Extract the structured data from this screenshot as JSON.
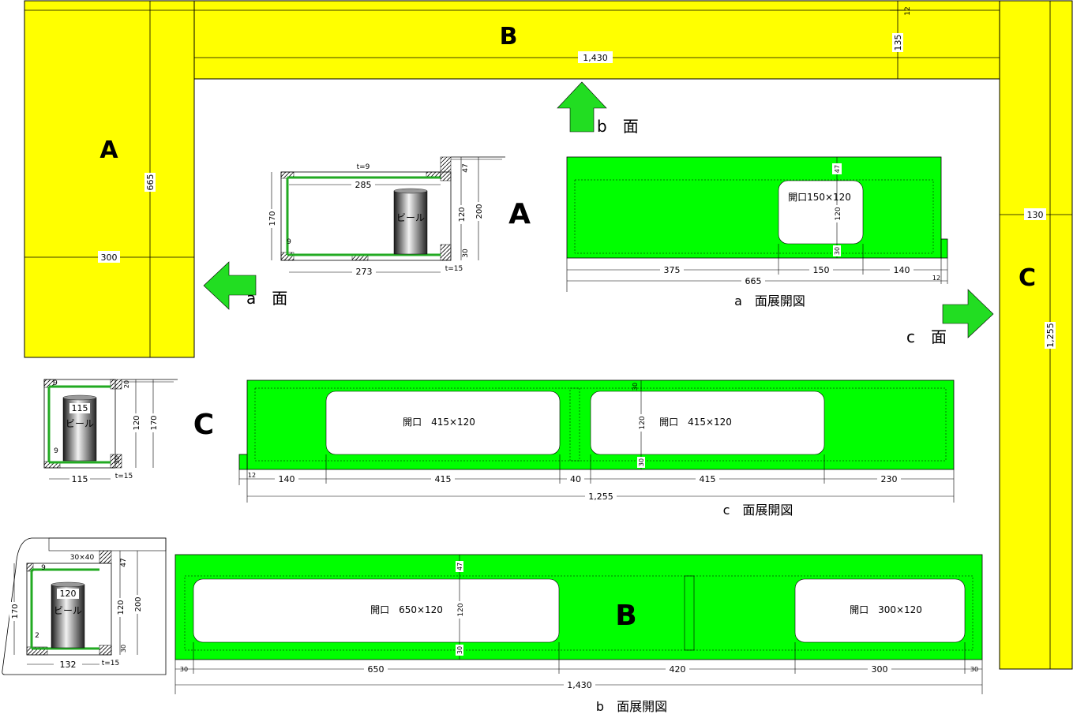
{
  "letters": {
    "a": "A",
    "b": "B",
    "c": "C"
  },
  "face_labels": {
    "a": "a　面",
    "b": "b　面",
    "c": "c　面"
  },
  "dev_titles": {
    "a": "a　面展開図",
    "b": "b　面展開図",
    "c": "c　面展開図"
  },
  "outline_dims": {
    "b_len": "1,430",
    "b_depth": "135",
    "b_gap": "12",
    "a_len": "665",
    "a_width": "300",
    "c_len": "1,255",
    "c_width": "130"
  },
  "section_a": {
    "t_top": "t=9",
    "inner_w": "285",
    "bottom_w": "273",
    "t_bottom": "t=15",
    "h_left": "170",
    "d47": "47",
    "d120": "120",
    "d30": "30",
    "h_right": "200",
    "small": "9",
    "beer": "ビール"
  },
  "section_c": {
    "small_top": "9",
    "d20": "20",
    "beer_w": "115",
    "beer": "ビール",
    "d120": "120",
    "h_right": "170",
    "d30": "30",
    "small_bottom": "9",
    "bottom_w": "115",
    "t_bottom": "t=15"
  },
  "section_b": {
    "corner": "30×40",
    "small_top": "9",
    "beer_w": "120",
    "beer": "ビール",
    "h_left": "170",
    "d47": "47",
    "d120": "120",
    "h_right": "200",
    "d30": "30",
    "small2": "2",
    "bottom_w": "132",
    "t_bottom": "t=15"
  },
  "dev_a": {
    "opening": "開口150×120",
    "d47": "47",
    "d120": "120",
    "d30": "30",
    "seg1": "375",
    "seg2": "150",
    "seg3": "140",
    "total": "665",
    "end": "12"
  },
  "dev_c": {
    "opening1": "開口　415×120",
    "opening2": "開口　415×120",
    "d30top": "30",
    "d120": "120",
    "d30": "30",
    "end": "12",
    "seg1": "140",
    "seg2": "415",
    "seg3": "40",
    "seg4": "415",
    "seg5": "230",
    "total": "1,255"
  },
  "dev_b": {
    "opening1": "開口　650×120",
    "opening2": "開口　300×120",
    "d47": "47",
    "d120": "120",
    "d30": "30",
    "end_l": "30",
    "seg1": "650",
    "seg2": "420",
    "seg3": "300",
    "end_r": "30",
    "total": "1,430"
  },
  "colors": {
    "yellow": "#ffff00",
    "green": "#00ff00",
    "arrow": "#22dd22"
  }
}
